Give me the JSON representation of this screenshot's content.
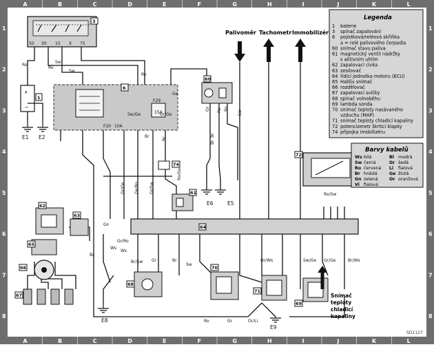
{
  "frame": {
    "columns": [
      "A",
      "B",
      "C",
      "D",
      "E",
      "F",
      "G",
      "H",
      "I",
      "J",
      "K",
      "L"
    ],
    "rows": [
      "1",
      "2",
      "3",
      "4",
      "5",
      "6",
      "7",
      "8"
    ]
  },
  "signals": {
    "fuel_gauge": "Palivoměr",
    "tachometer": "Tachometr",
    "immobilizer": "Immobilizér"
  },
  "legend": {
    "title": "Legenda",
    "items": [
      {
        "num": "1",
        "text": "baterie"
      },
      {
        "num": "3",
        "text": "spínač zapalování"
      },
      {
        "num": "6",
        "text": "pojistková/reléová skříňka"
      },
      {
        "num": "",
        "text": "a = relé palivového čerpadla"
      },
      {
        "num": "60",
        "text": "snímač stavu paliva"
      },
      {
        "num": "61",
        "text": "magnetický ventil nádržky"
      },
      {
        "num": "",
        "text": "s aktivním uhlím"
      },
      {
        "num": "62",
        "text": "zapalovací cívka"
      },
      {
        "num": "63",
        "text": "zesilovač"
      },
      {
        "num": "64",
        "text": "řídící jednotka motoru (ECU)"
      },
      {
        "num": "65",
        "text": "Hallův snímač"
      },
      {
        "num": "66",
        "text": "rozdělovač"
      },
      {
        "num": "67",
        "text": "zapalovací svíčky"
      },
      {
        "num": "68",
        "text": "spínač volnoběhu"
      },
      {
        "num": "69",
        "text": "lambda sonda"
      },
      {
        "num": "70",
        "text": "snímač teploty nasávaného"
      },
      {
        "num": "",
        "text": "vzduchu (MAP)"
      },
      {
        "num": "71",
        "text": "snímač teploty chladicí kapaliny"
      },
      {
        "num": "72",
        "text": "potenciometr škrticí klapky"
      },
      {
        "num": "74",
        "text": "přípojka imobilizéru"
      }
    ]
  },
  "colors": {
    "title": "Barvy kabelů",
    "items": [
      {
        "code": "Ws",
        "name": "bílá"
      },
      {
        "code": "Bl",
        "name": "modrá"
      },
      {
        "code": "Sw",
        "name": "černá"
      },
      {
        "code": "Gr",
        "name": "šedá"
      },
      {
        "code": "Ro",
        "name": "červená"
      },
      {
        "code": "Li",
        "name": "fialová"
      },
      {
        "code": "Br",
        "name": "hnědá"
      },
      {
        "code": "Ge",
        "name": "žlutá"
      },
      {
        "code": "Gn",
        "name": "zelená"
      },
      {
        "code": "Or",
        "name": "oranžová"
      },
      {
        "code": "Vi",
        "name": "fialová"
      }
    ]
  },
  "components": {
    "c3": "3",
    "c6": "6",
    "c1": "1",
    "c60": "60",
    "c72": "72",
    "c74": "74",
    "c61": "61",
    "c62": "62",
    "c63": "63",
    "c64": "64",
    "c65": "65",
    "c66": "66",
    "c67": "67",
    "c68": "68",
    "c70": "70",
    "c71": "71",
    "c69": "69"
  },
  "grounds": {
    "e1": "E1",
    "e2": "E2",
    "e5": "E5",
    "e6": "E6",
    "e8": "E8",
    "e9": "E9"
  },
  "coolant_sensor": [
    "Snímač",
    "teploty",
    "chladicí",
    "kapaliny"
  ],
  "stamp": "SD1127",
  "pins_top": [
    "50",
    "30",
    "15",
    "X",
    "75"
  ],
  "wire_labels": [
    "Ro",
    "Sw",
    "Ro",
    "Sw",
    "Ro",
    "Ge",
    "Gr/Ge",
    "Sw/Ge",
    "Br",
    "Br",
    "Ro",
    "Gr",
    "Ro",
    "Sw",
    "Gr/Ge",
    "Ge/Ro",
    "Gr/Sw",
    "Ro/Ge",
    "Br",
    "Br",
    "Gn",
    "Ws",
    "Br/Sw",
    "Or/Ws",
    "Br",
    "Sw",
    "Ro",
    "Gr",
    "Or/Li",
    "Ro/Sw",
    "Sw/Ge",
    "Gr/Ge",
    "Br/Ws",
    "Gr/Ro",
    "Ws",
    "Gr",
    "Br"
  ],
  "fuse_labels": [
    "F29",
    "15A",
    "F20",
    "10A"
  ]
}
